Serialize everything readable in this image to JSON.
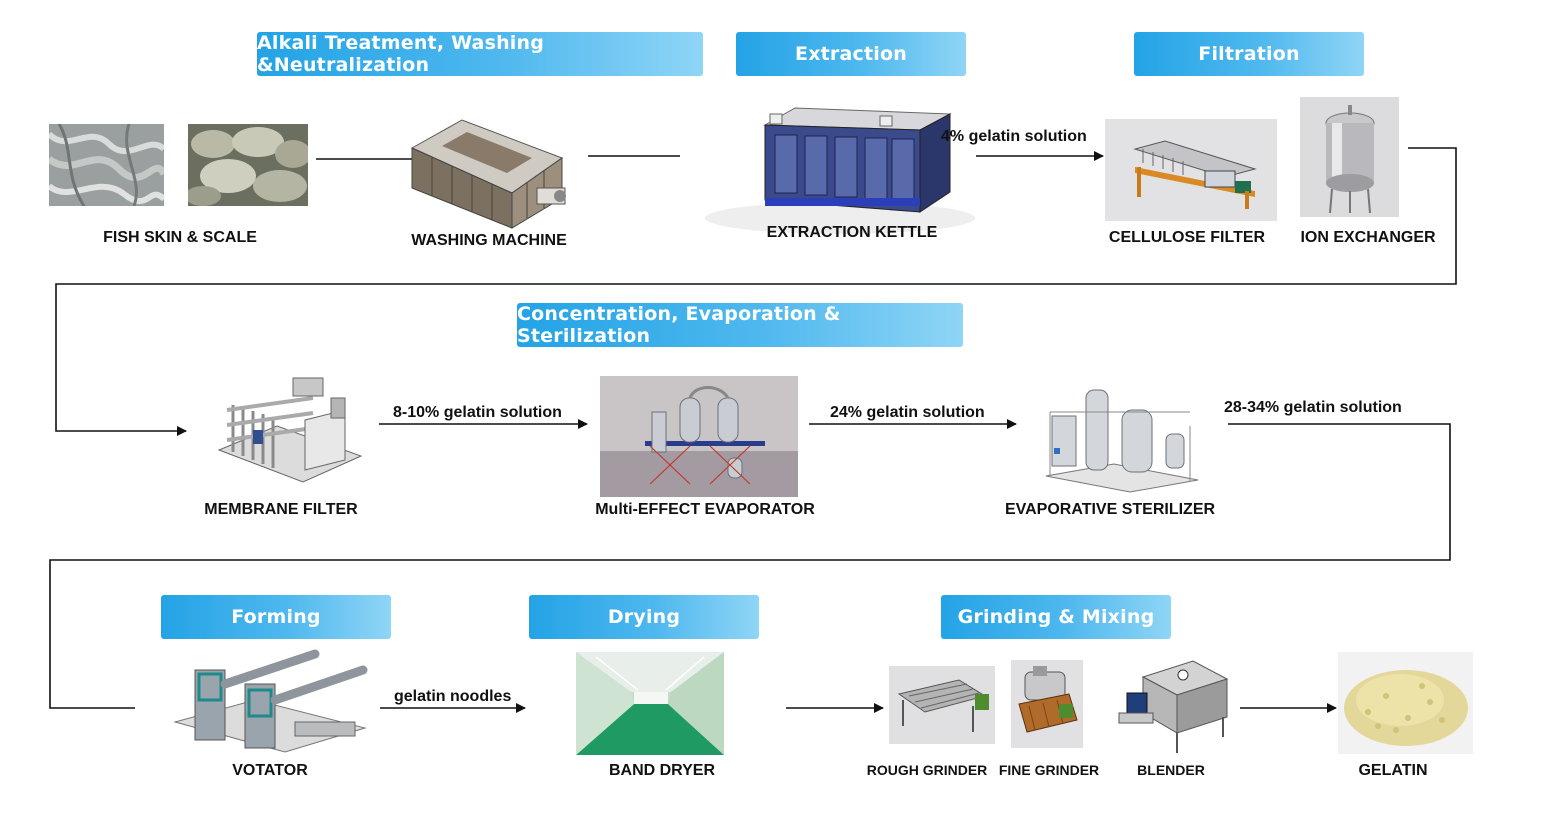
{
  "stages": {
    "alkali": "Alkali Treatment, Washing &Neutralization",
    "extraction": "Extraction",
    "filtration": "Filtration",
    "concentration": "Concentration, Evaporation & Sterilization",
    "forming": "Forming",
    "drying": "Drying",
    "grinding": "Grinding & Mixing"
  },
  "equipment": {
    "fish_skin": "FISH SKIN & SCALE",
    "washing_machine": "WASHING MACHINE",
    "extraction_kettle": "EXTRACTION KETTLE",
    "cellulose_filter": "CELLULOSE FILTER",
    "ion_exchanger": "ION EXCHANGER",
    "membrane_filter": "MEMBRANE FILTER",
    "evaporator": "Multi-EFFECT EVAPORATOR",
    "sterilizer": "EVAPORATIVE STERILIZER",
    "votator": "VOTATOR",
    "band_dryer": "BAND DRYER",
    "rough_grinder": "ROUGH GRINDER",
    "fine_grinder": "FINE GRINDER",
    "blender": "BLENDER",
    "gelatin": "GELATIN"
  },
  "flows": {
    "kettle_to_filter": "4% gelatin solution",
    "membrane_to_evaporator": "8-10% gelatin solution",
    "evaporator_to_sterilizer": "24% gelatin solution",
    "sterilizer_out": "28-34% gelatin solution",
    "votator_to_dryer": "gelatin noodles"
  },
  "colors": {
    "banner_start": "#23a3e6",
    "banner_end": "#8fd5f6",
    "line": "#111111"
  }
}
